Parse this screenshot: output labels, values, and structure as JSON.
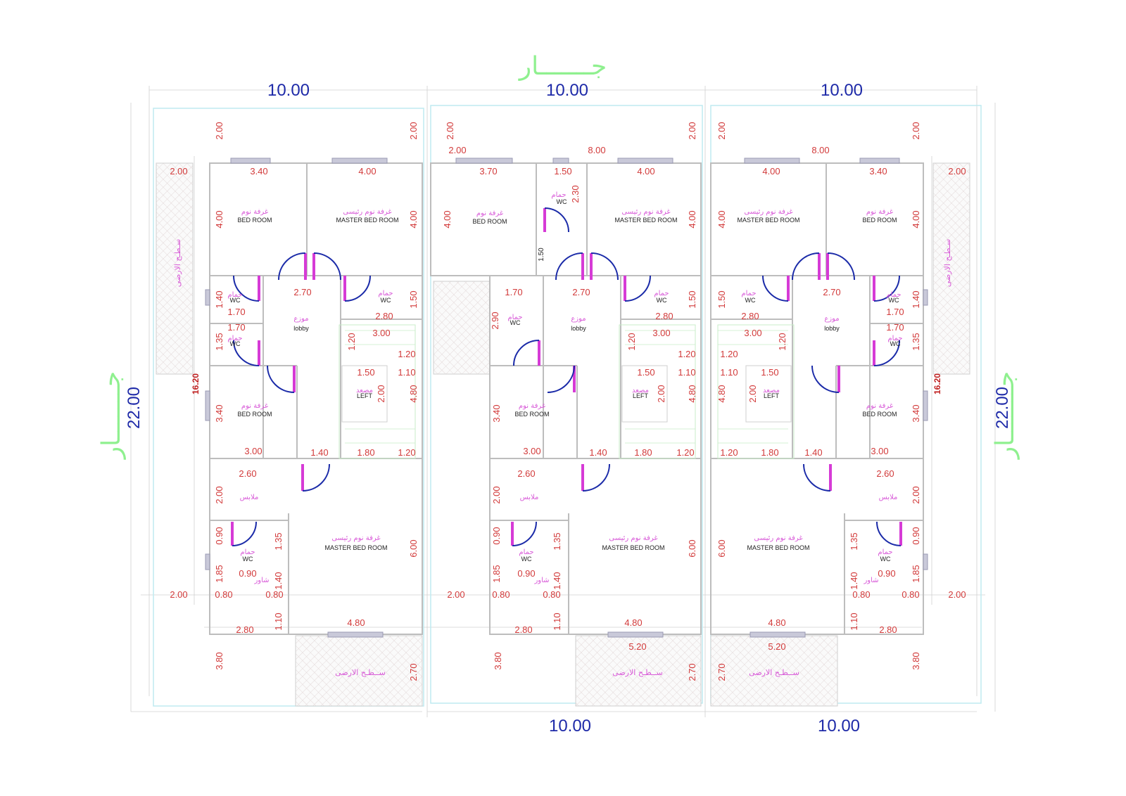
{
  "neighbor_label": "جـــــــار",
  "roof_label": "ســطـح الارضى",
  "roof_label_alt": "سـطـح الارضى",
  "overall": {
    "top_widths": [
      "10.00",
      "10.00",
      "10.00"
    ],
    "bottom_widths": [
      "10.00",
      "10.00"
    ],
    "left_depth": "22.00",
    "right_depth": "22.00",
    "side_depth": "16.20"
  },
  "rooms": {
    "bed_ar": "غرفة نوم",
    "bed_en": "BED ROOM",
    "master_ar": "غرفة نوم رئيسى",
    "master_en": "MASTER BED ROOM",
    "wc_ar": "حمام",
    "wc_en": "WC",
    "lobby_ar": "موزع",
    "lobby_en": "lobby",
    "lift_ar": "مصعد",
    "lift_en": "LEFT",
    "closet_ar": "ملابس",
    "shower_ar": "شاور"
  },
  "dims": {
    "d2_00": "2.00",
    "d3_40": "3.40",
    "d4_00": "4.00",
    "d3_70": "3.70",
    "d1_50": "1.50",
    "d2_30": "2.30",
    "d8_00": "8.00",
    "d2_70": "2.70",
    "d1_40": "1.40",
    "d1_70": "1.70",
    "d2_80": "2.80",
    "d1_35": "1.35",
    "d3_00": "3.00",
    "d1_20": "1.20",
    "d1_10": "1.10",
    "d4_80": "4.80",
    "d2_90": "2.90",
    "d1_80": "1.80",
    "d2_60": "2.60",
    "d0_90": "0.90",
    "d6_00": "6.00",
    "d1_85": "1.85",
    "d0_80": "0.80",
    "d3_80": "3.80",
    "d5_20": "5.20"
  }
}
